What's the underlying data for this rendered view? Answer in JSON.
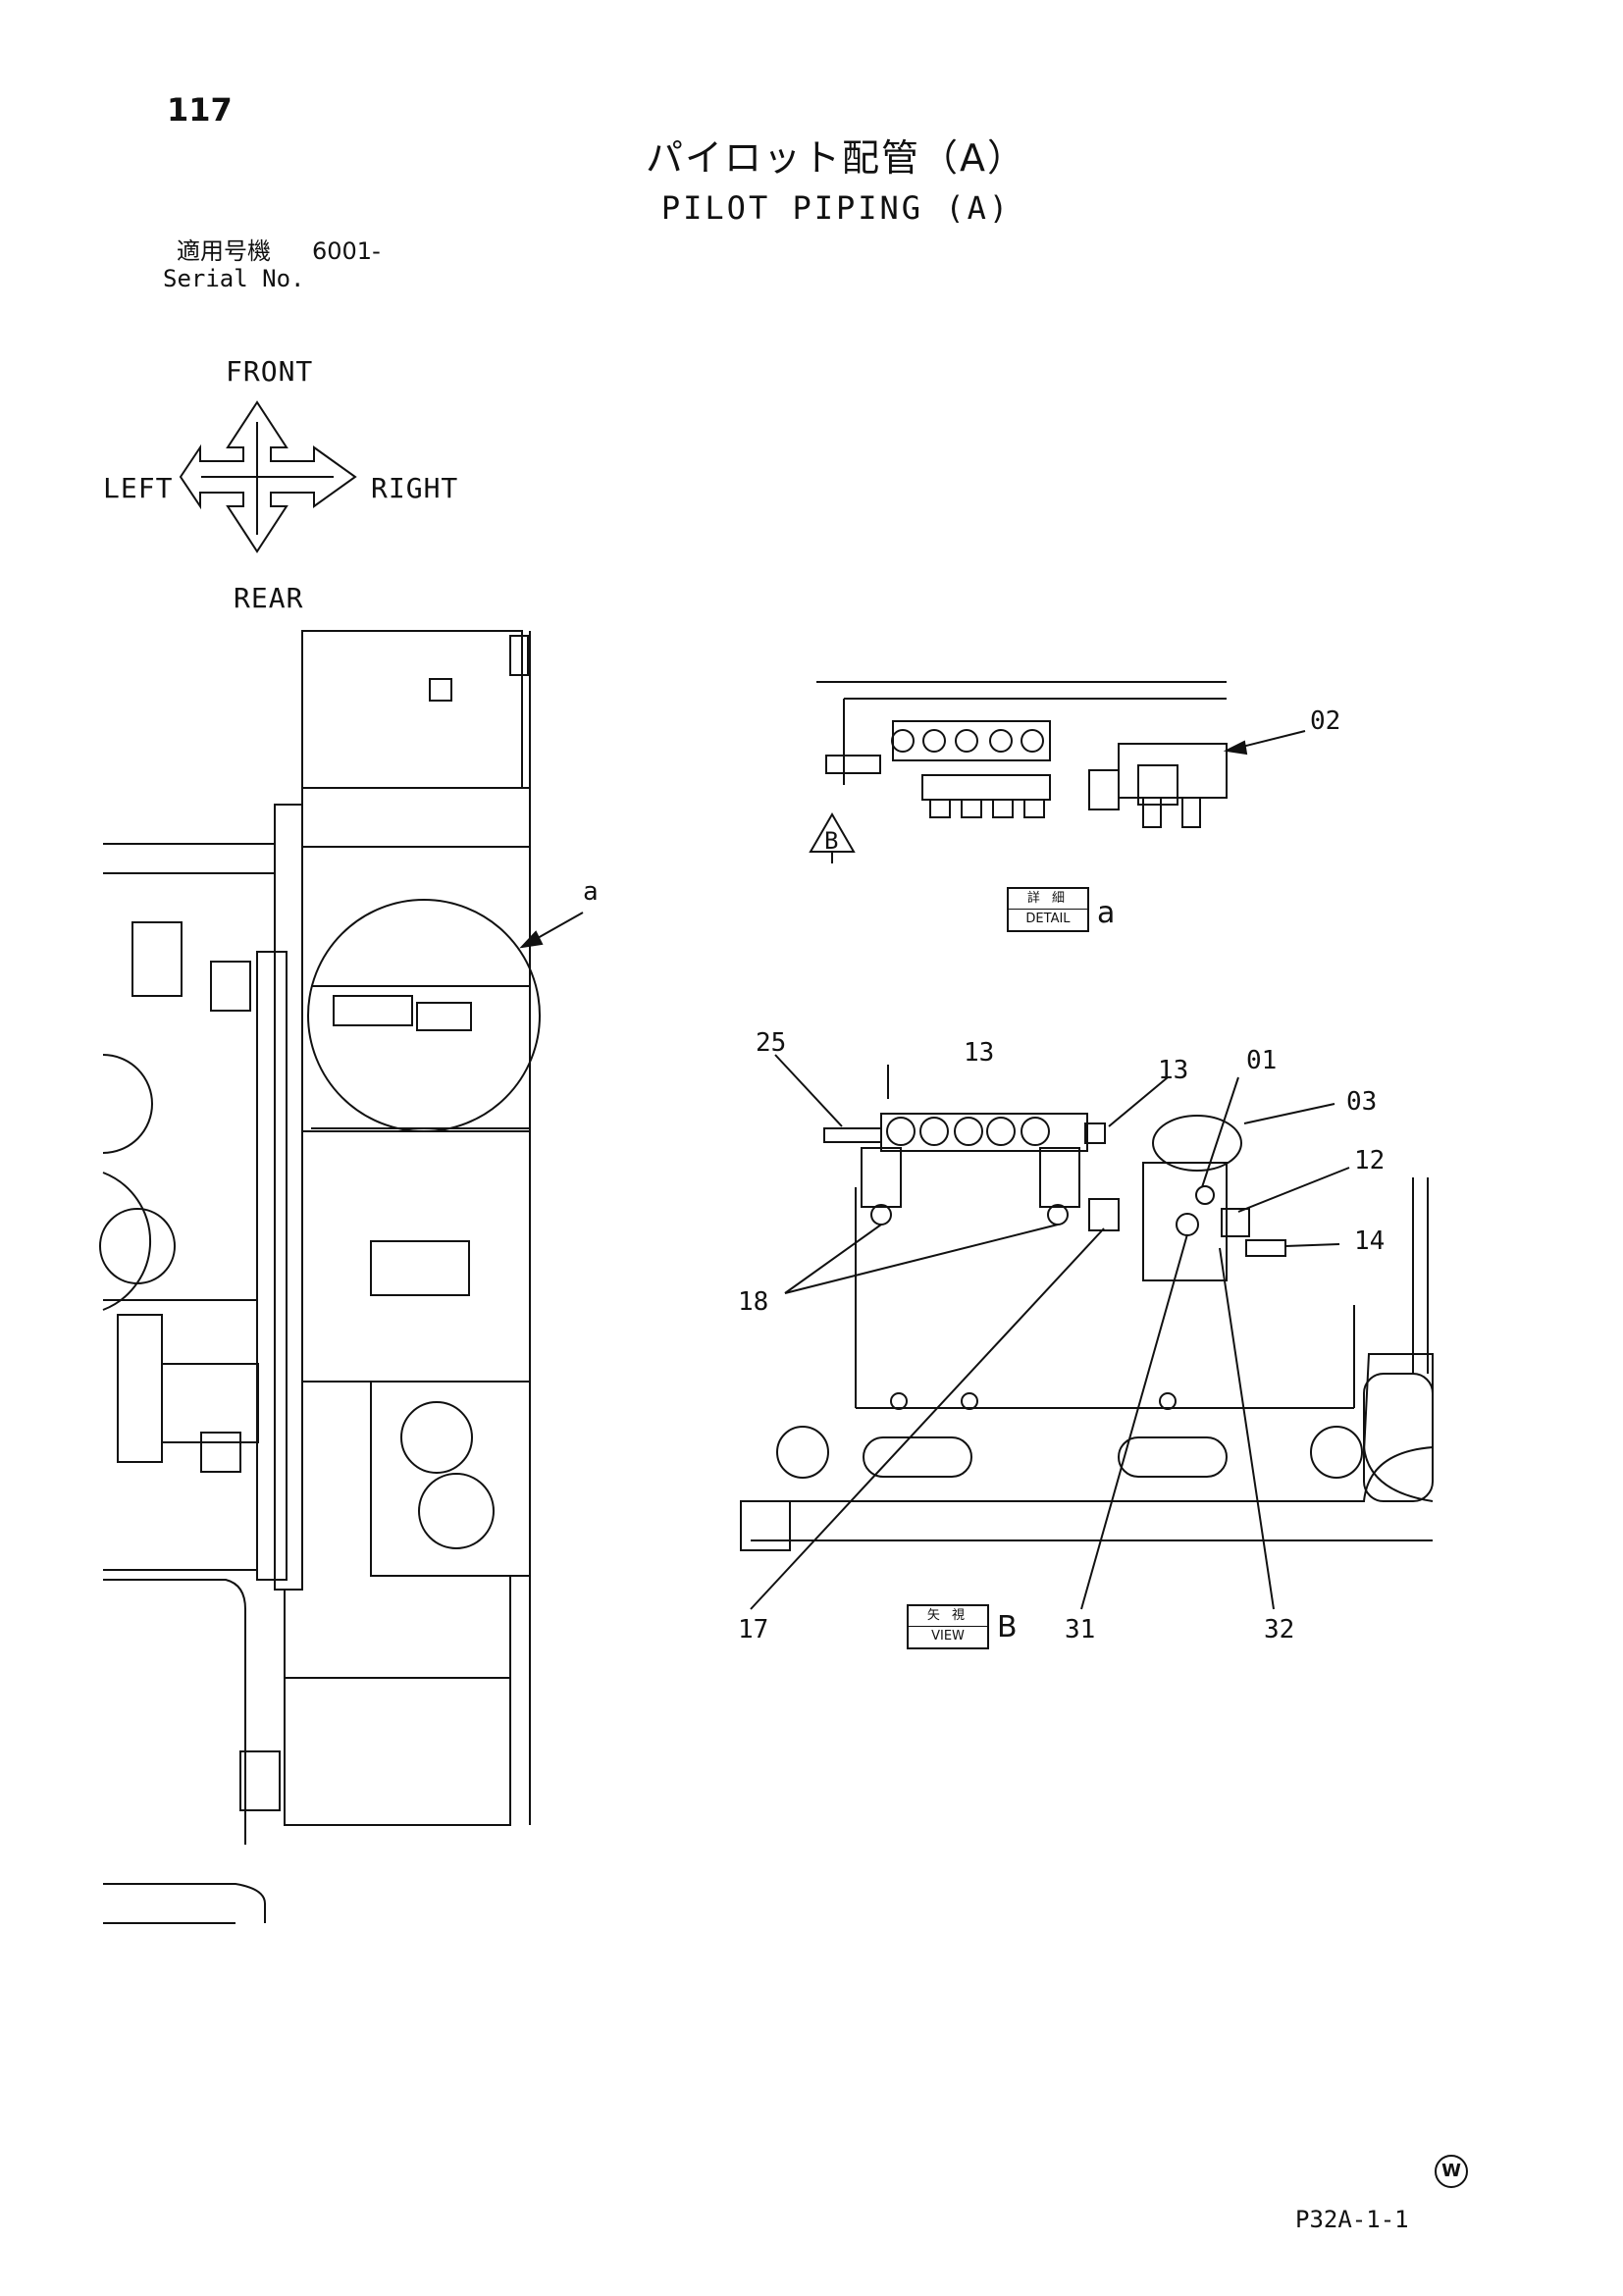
{
  "header": {
    "page_number": "117",
    "title_jp": "パイロット配管（A）",
    "title_en": "PILOT PIPING (A)",
    "serial_label_jp": "適用号機",
    "serial_value": "6001-",
    "serial_label_en": "Serial No."
  },
  "compass": {
    "front": "FRONT",
    "left": "LEFT",
    "right": "RIGHT",
    "rear": "REAR"
  },
  "detail": {
    "jp": "詳 細",
    "en": "DETAIL",
    "letter": "a",
    "marker": "a"
  },
  "view": {
    "jp": "矢 視",
    "en": "VIEW",
    "letter": "B",
    "marker": "B"
  },
  "callouts": {
    "c02": "02",
    "c25": "25",
    "c13a": "13",
    "c13b": "13",
    "c01": "01",
    "c03": "03",
    "c12": "12",
    "c14": "14",
    "c18": "18",
    "c17": "17",
    "c31": "31",
    "c32": "32"
  },
  "footer": {
    "drawing_code": "P32A-1-1",
    "mark": "W"
  }
}
